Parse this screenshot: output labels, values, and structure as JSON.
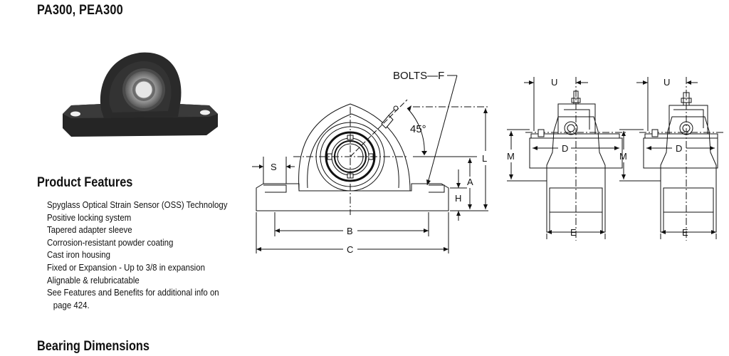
{
  "header": {
    "title": "PA300, PEA300"
  },
  "product_features": {
    "heading": "Product Features",
    "items": [
      "Spyglass Optical Strain Sensor (OSS) Technology",
      "Positive locking system",
      "Tapered adapter sleeve",
      "Corrosion-resistant powder coating",
      "Cast iron housing",
      "Fixed or Expansion - Up to 3/8 in expansion",
      "Alignable & relubricatable",
      "See Features and Benefits for additional info on",
      "page 424."
    ]
  },
  "bearing_dimensions": {
    "heading": "Bearing Dimensions"
  },
  "drawing": {
    "callout_bolts": "BOLTS—F",
    "angle": "45°",
    "front": {
      "s": "S",
      "b": "B",
      "c": "C",
      "a": "A",
      "h": "H",
      "l": "L"
    },
    "side1": {
      "u": "U",
      "m": "M",
      "d": "D",
      "e": "E"
    },
    "side2": {
      "u": "U",
      "m": "M",
      "d": "D",
      "e": "E"
    }
  },
  "colors": {
    "housing_dark": "#2b2b2b",
    "bore_gray": "#9a9a9a",
    "line": "#111111"
  }
}
